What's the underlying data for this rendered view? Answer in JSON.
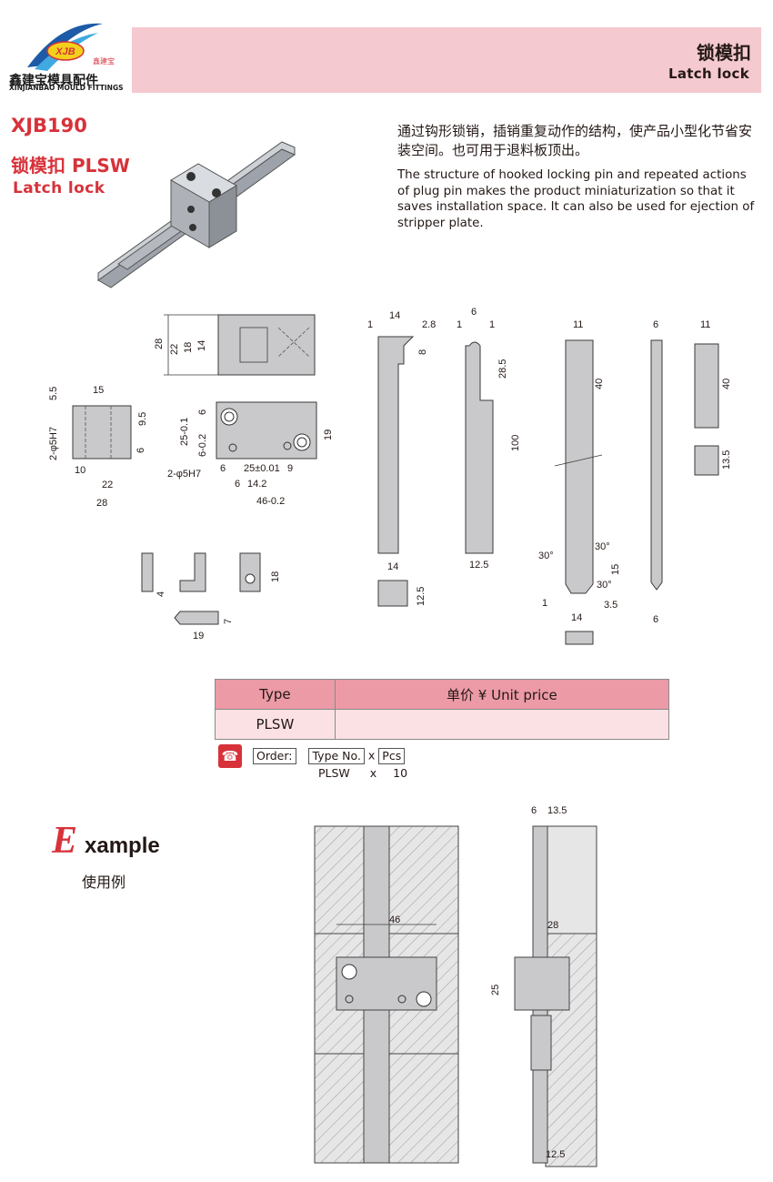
{
  "logo": {
    "badge": "XJB",
    "mark": "鑫建宝",
    "company_zh": "鑫建宝模具配件",
    "company_en": "XINJIANBAO MOULD FITTINGS"
  },
  "header": {
    "title_zh": "锁模扣",
    "title_en": "Latch lock"
  },
  "product": {
    "code": "XJB190",
    "name_zh": "锁模扣 PLSW",
    "name_en": "Latch lock"
  },
  "description": {
    "zh": "通过钩形锁销，插销重复动作的结构，使产品小型化节省安装空间。也可用于退料板顶出。",
    "en": "The structure of hooked locking pin and repeated actions of plug pin makes the product miniaturization so that it saves installation space. It can also be used for ejection of stripper plate."
  },
  "dimensions": {
    "plan_height": "28",
    "plan_22": "22",
    "plan_18": "18",
    "plan_14": "14",
    "side_55": "5.5",
    "side_15": "15",
    "side_95": "9.5",
    "side_6": "6",
    "side_hole": "2-φ5H7",
    "side_10": "10",
    "side_22": "22",
    "side_28": "28",
    "front_6": "6",
    "front_25": "25-0.1",
    "front_6b": "6-0.2",
    "front_19": "19",
    "front_hole": "2-φ5H7",
    "front_6c": "6",
    "front_25b": "25±0.01",
    "front_9": "9",
    "front_6d": "6",
    "front_142": "14.2",
    "front_46": "46-0.2",
    "pin_4": "4",
    "pin_18": "18",
    "pin_7": "7",
    "pin_19": "19",
    "hook_1": "1",
    "hook_14": "14",
    "hook_28": "2.8",
    "hook_8": "8",
    "hook_14b": "14",
    "hook_125": "12.5",
    "bar_6": "6",
    "bar_1a": "1",
    "bar_1b": "1",
    "bar_285": "28.5",
    "bar_100": "100",
    "bar_125": "12.5",
    "plate_11": "11",
    "plate_40": "40",
    "plate_30a": "30°",
    "plate_30b": "30°",
    "plate_30c": "30°",
    "plate_15": "15",
    "plate_1": "1",
    "plate_14": "14",
    "plate_35": "3.5",
    "thin_6": "6",
    "thin_6b": "6",
    "block_11": "11",
    "block_40": "40",
    "block_135": "13.5"
  },
  "price_table": {
    "col_type": "Type",
    "col_price": "单价 ¥ Unit price",
    "row_type": "PLSW",
    "row_price": ""
  },
  "order": {
    "label": "Order:",
    "type_no": "Type No.",
    "x": "x",
    "pcs": "Pcs",
    "example_type": "PLSW",
    "example_x": "x",
    "example_qty": "10"
  },
  "example": {
    "e": "E",
    "rest": "xample",
    "zh": "使用例",
    "dim_46": "46",
    "dim_613": "6",
    "dim_135": "13.5",
    "dim_28": "28",
    "dim_25": "25",
    "dim_125": "12.5"
  }
}
